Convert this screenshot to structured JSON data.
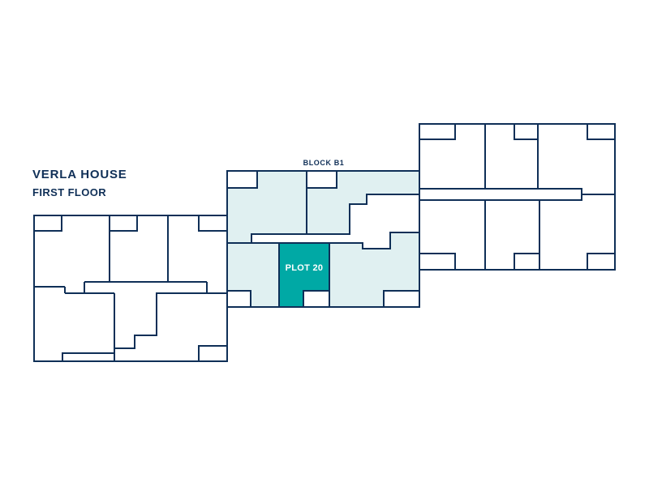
{
  "building": {
    "name": "VERLA HOUSE",
    "floor": "FIRST FLOOR"
  },
  "block": {
    "label": "BLOCK B1"
  },
  "selected_plot": {
    "label": "PLOT 20"
  },
  "colors": {
    "line": "#0f2f57",
    "block_fill": "#e0f0f1",
    "selected_fill": "#00a9a5",
    "selected_text": "#ffffff",
    "background": "#ffffff"
  }
}
